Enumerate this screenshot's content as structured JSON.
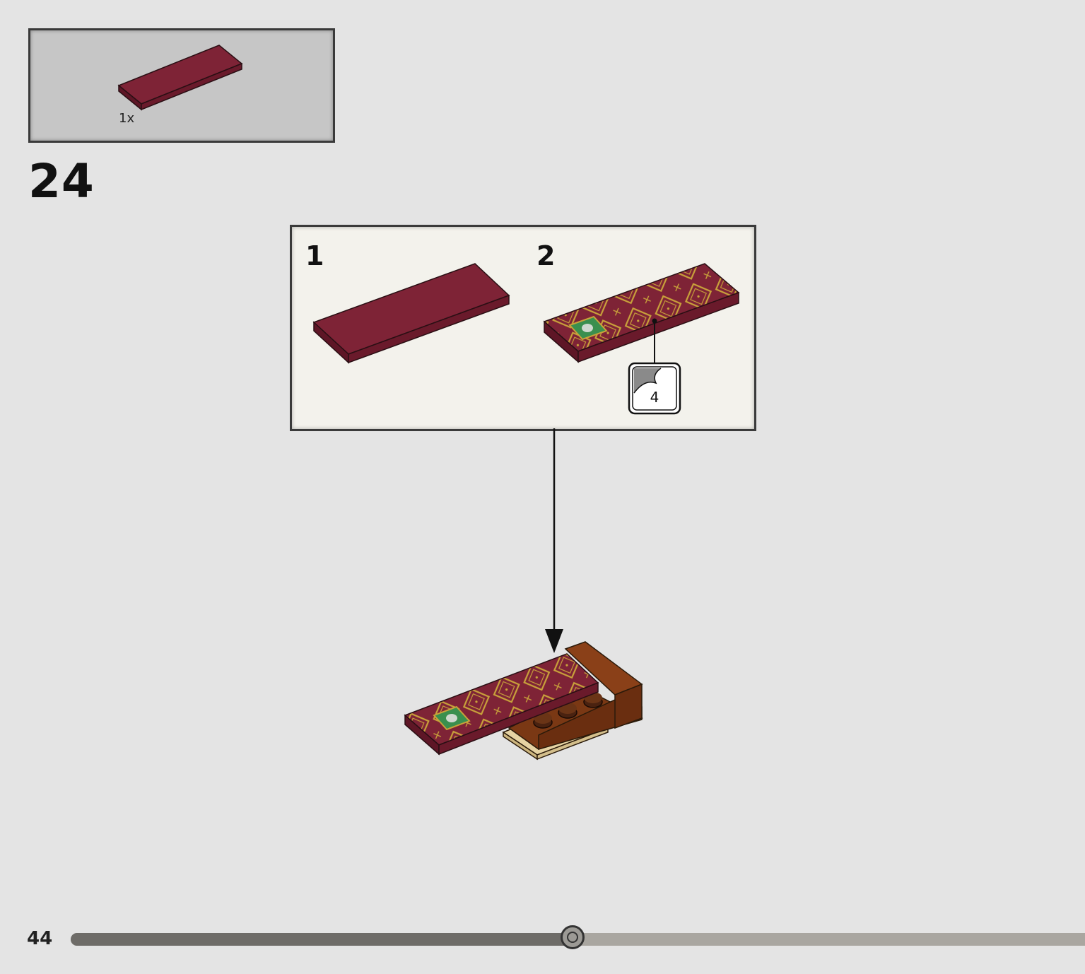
{
  "parts_callout": {
    "quantity": "1x"
  },
  "step": {
    "number": "24"
  },
  "sub_steps": [
    {
      "label": "1"
    },
    {
      "label": "2"
    }
  ],
  "sticker": {
    "sheet_number": "4"
  },
  "footer": {
    "page_number": "44",
    "progress": 0.495
  },
  "colors": {
    "background": "#e4e4e4",
    "callout_background": "#c6c6c6",
    "subassembly_background": "#f3f2ec",
    "tile_dark_red": "#7e2336",
    "tile_side": "#5e1626",
    "pattern_gold": "#c9a23a",
    "emblem_green": "#3a8f4e",
    "brick_brown": "#7a3814",
    "brick_tan": "#e6d3a3"
  }
}
